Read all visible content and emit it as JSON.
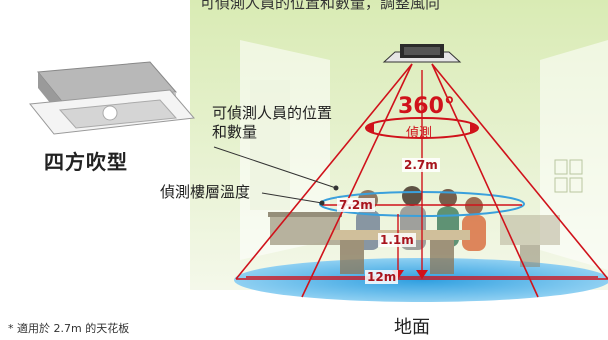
{
  "top_caption": "可偵測人員的位置和數量，調整風向",
  "product": {
    "name": "四方吹型"
  },
  "annotations": {
    "people_detect": "可偵測人員的位置和數量",
    "floor_temp": "偵測樓層溫度",
    "angle": "360°",
    "angle_sub": "偵測",
    "floor": "地面"
  },
  "measurements": {
    "ceiling_height": "2.7m",
    "middle_width": "7.2m",
    "sensor_height": "1.1m",
    "floor_width": "12m"
  },
  "footnote": "* 適用於 2.7m 的天花板",
  "colors": {
    "accent": "#d0121b",
    "floor": "#4db3e8",
    "room": "#dfeec2"
  }
}
